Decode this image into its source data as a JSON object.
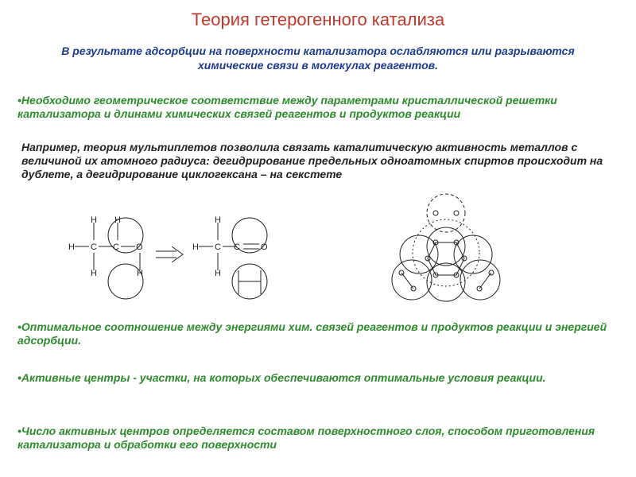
{
  "slide": {
    "title": "Теория гетерогенного катализа",
    "subtitle": "В результате адсорбции на поверхности катализатора  ослабляются или разрываются химические связи в молекулах реагентов.",
    "bullet1": "•Необходимо геометрическое соответствие между параметрами кристаллической решетки катализатора и длинами химических связей реагентов и продуктов реакции",
    "example": "Например, теория мультиплетов позволила связать каталитическую активность металлов с величиной их атомного радиуса: дегидрирование предельных одноатомных спиртов происходит на дублете, а дегидрирование циклогексана – на секстете",
    "bullet2": "•Оптимальное соотношение между энергиями хим. связей реагентов и продуктов реакции и энергией адсорбции.",
    "bullet3": "•Активные центры - участки, на которых обеспечиваются оптимальные условия реакции.",
    "bullet4": "•Число активных центров определяется составом поверхностного слоя, способом приготовления катализатора и обработки его поверхности"
  },
  "diagram": {
    "atom_h": "H",
    "atom_c": "C",
    "atom_o": "O"
  },
  "colors": {
    "title": "#c0392b",
    "subtitle": "#1f3a93",
    "bullets": "#2e8b2e"
  }
}
